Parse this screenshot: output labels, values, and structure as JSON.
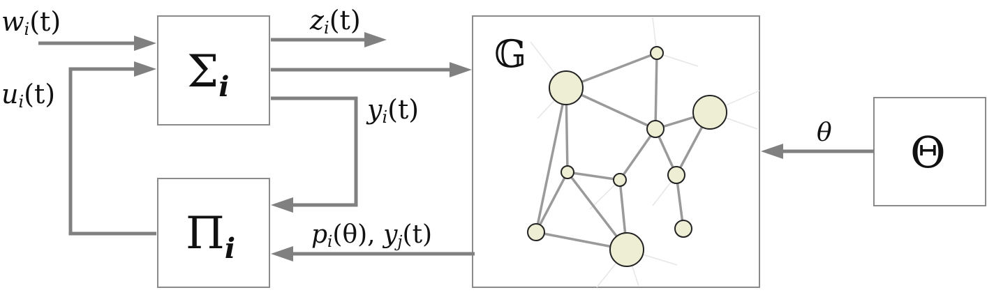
{
  "blocks": {
    "sigma": "Σ",
    "sigma_sub": "i",
    "pi": "Π",
    "pi_sub": "i",
    "graph": "𝔾",
    "theta_box": "Θ"
  },
  "signals": {
    "w_name": "w",
    "w_sub": "i",
    "w_arg": "(t)",
    "u_name": "u",
    "u_sub": "i",
    "u_arg": "(t)",
    "z_name": "z",
    "z_sub": "i",
    "z_arg": "(t)",
    "y_name": "y",
    "y_sub": "i",
    "y_arg": "(t)",
    "p_name": "p",
    "p_sub": "i",
    "p_arg": "(θ), ",
    "yj_name": "y",
    "yj_sub": "j",
    "yj_arg": "(t)",
    "theta": "θ"
  },
  "colors": {
    "wire": "#808080",
    "node_fill": "#eeeed4",
    "box_border": "#8a8a8a"
  }
}
